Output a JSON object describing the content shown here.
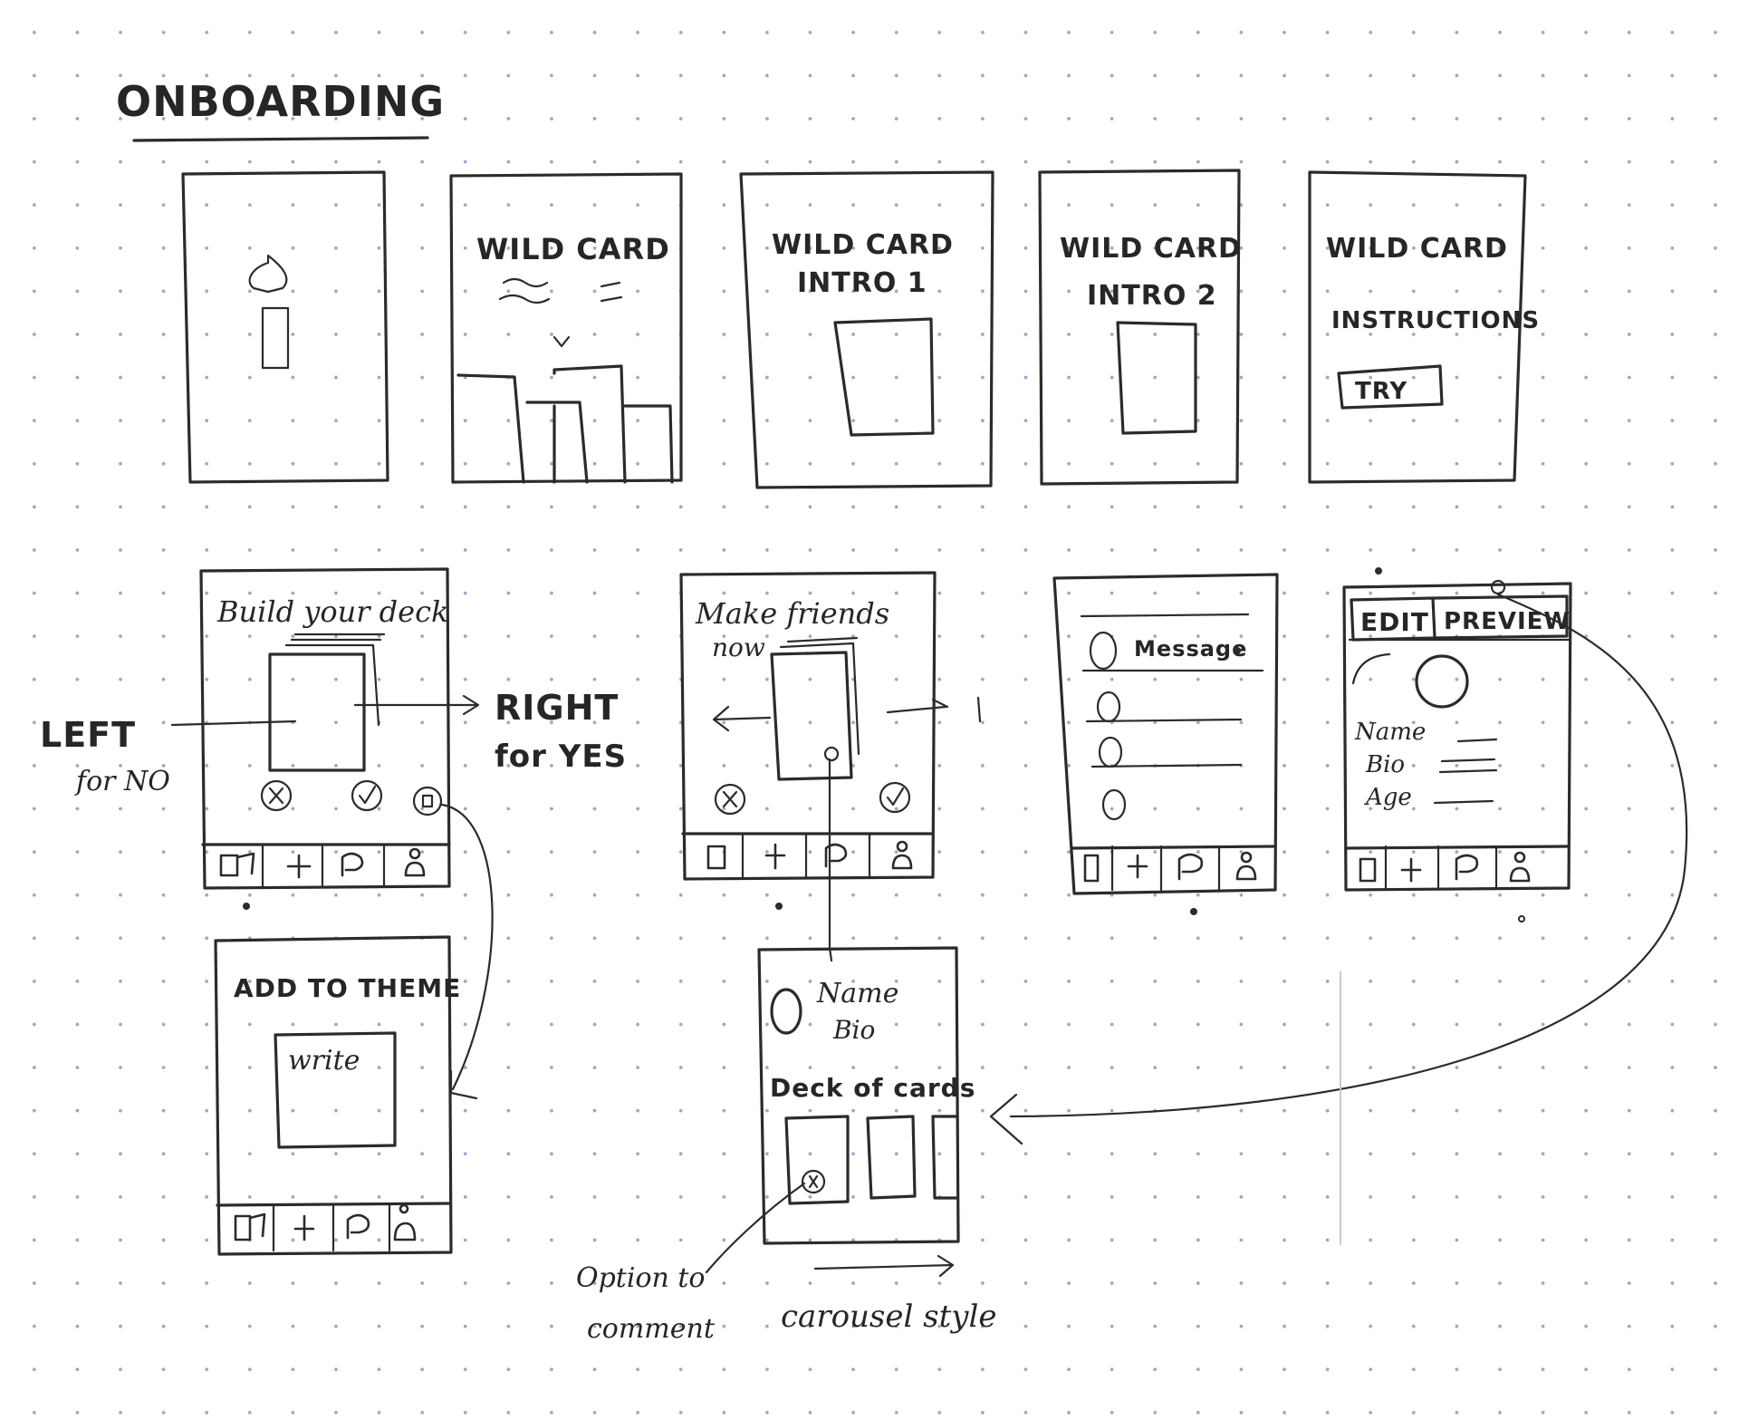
{
  "title": "ONBOARDING",
  "onboarding_screens": [
    {
      "title": "",
      "subtitle": ""
    },
    {
      "title": "WILD CARD",
      "subtitle": ""
    },
    {
      "title": "WILD CARD",
      "subtitle": "INTRO 1"
    },
    {
      "title": "WILD CARD",
      "subtitle": "INTRO 2"
    },
    {
      "title": "WILD CARD",
      "subtitle": "INSTRUCTIONS",
      "button": "TRY"
    }
  ],
  "deck_screen": {
    "title": "Build your deck",
    "left_label": "LEFT",
    "left_sub": "for NO",
    "right_label": "RIGHT",
    "right_sub": "for YES"
  },
  "friends_screen": {
    "title_line1": "Make friends",
    "title_line2": "now"
  },
  "messages_screen": {
    "first_item": "Message"
  },
  "profile_screen": {
    "tab_edit": "EDIT",
    "tab_preview": "PREVIEW",
    "fields": [
      "Name",
      "Bio",
      "Age"
    ]
  },
  "theme_screen": {
    "title": "ADD TO THEME",
    "input_placeholder": "write"
  },
  "preview_screen": {
    "name": "Name",
    "bio": "Bio",
    "deck_label": "Deck of cards"
  },
  "annotations": {
    "comment_option_line1": "Option to",
    "comment_option_line2": "comment",
    "carousel": "carousel style"
  },
  "nav_icons": [
    "cards-icon",
    "plus-icon",
    "chat-icon",
    "person-icon"
  ],
  "colors": {
    "ink": "#2b2b2b",
    "dot": "#9aa6c8",
    "paper": "#ffffff"
  }
}
